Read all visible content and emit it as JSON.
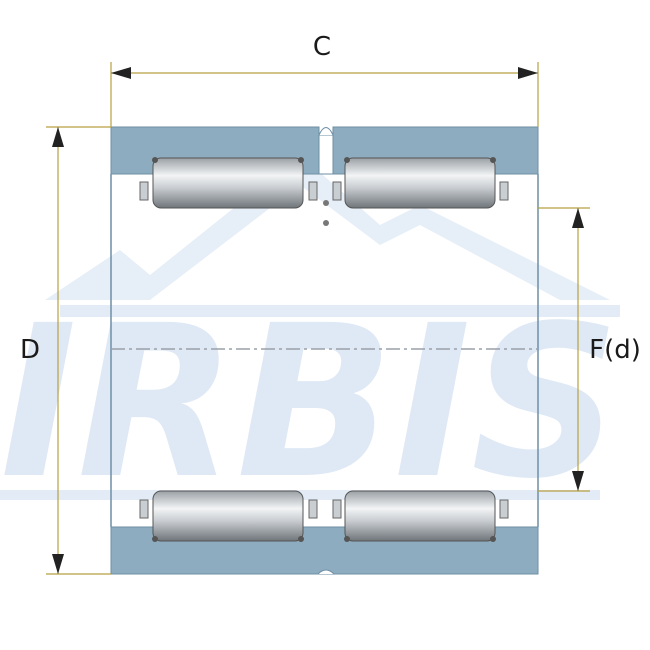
{
  "labels": {
    "width": "C",
    "outer_diameter": "D",
    "inner_diameter": "F(d)"
  },
  "watermark": {
    "text": "IRBIS",
    "color": "#dfe9f5"
  },
  "colors": {
    "outer_ring": "#8eacbf",
    "outer_ring_edge": "#6f8fa6",
    "dimension_line": "#b8a040",
    "centerline": "#9aa0a8",
    "roller_light": "#eef0f2",
    "roller_dark": "#7d8388",
    "cage": "#c9ced3"
  },
  "icons": {
    "bearing": "needle-roller-bearing-icon"
  }
}
